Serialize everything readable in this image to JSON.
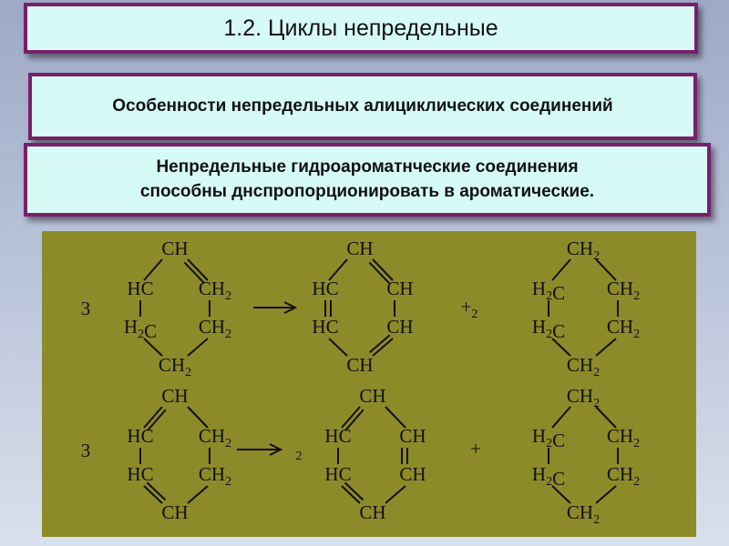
{
  "title": "1.2. Циклы непредельные",
  "subtitle": "Особенности непредельных алициклических соединений",
  "note_line1": "Непредельные гидроароматнческие соединения",
  "note_line2": "способны днспропорционировать в ароматические.",
  "reaction1": {
    "coef_left": "3",
    "coef_mid": "+2",
    "reactant": {
      "top": "CH",
      "tl": "HC",
      "tr": "CH2",
      "bl": "H2C",
      "br": "CH2",
      "bottom": "CH2"
    },
    "product1": {
      "top": "CH",
      "tl": "HC",
      "tr": "CH",
      "bl": "HC",
      "br": "CH",
      "bottom": "CH"
    },
    "product2": {
      "top": "CH2",
      "tl": "H2C",
      "tr": "CH2",
      "bl": "H2C",
      "br": "CH2",
      "bottom": "CH2"
    }
  },
  "reaction2": {
    "coef_left": "3",
    "coef_arrow": "2",
    "coef_mid": "+",
    "reactant": {
      "top": "CH",
      "tl": "HC",
      "tr": "CH2",
      "bl": "HC",
      "br": "CH2",
      "bottom": "CH"
    },
    "product1": {
      "top": "CH",
      "tl": "HC",
      "tr": "CH",
      "bl": "HC",
      "br": "CH",
      "bottom": "CH"
    },
    "product2": {
      "top": "CH2",
      "tl": "H2C",
      "tr": "CH2",
      "bl": "H2C",
      "br": "CH2",
      "bottom": "CH2"
    }
  },
  "colors": {
    "box_border": "#7a1f6c",
    "box_fill": "#d6fbf7",
    "scheme_bg": "#8d8a2a"
  }
}
